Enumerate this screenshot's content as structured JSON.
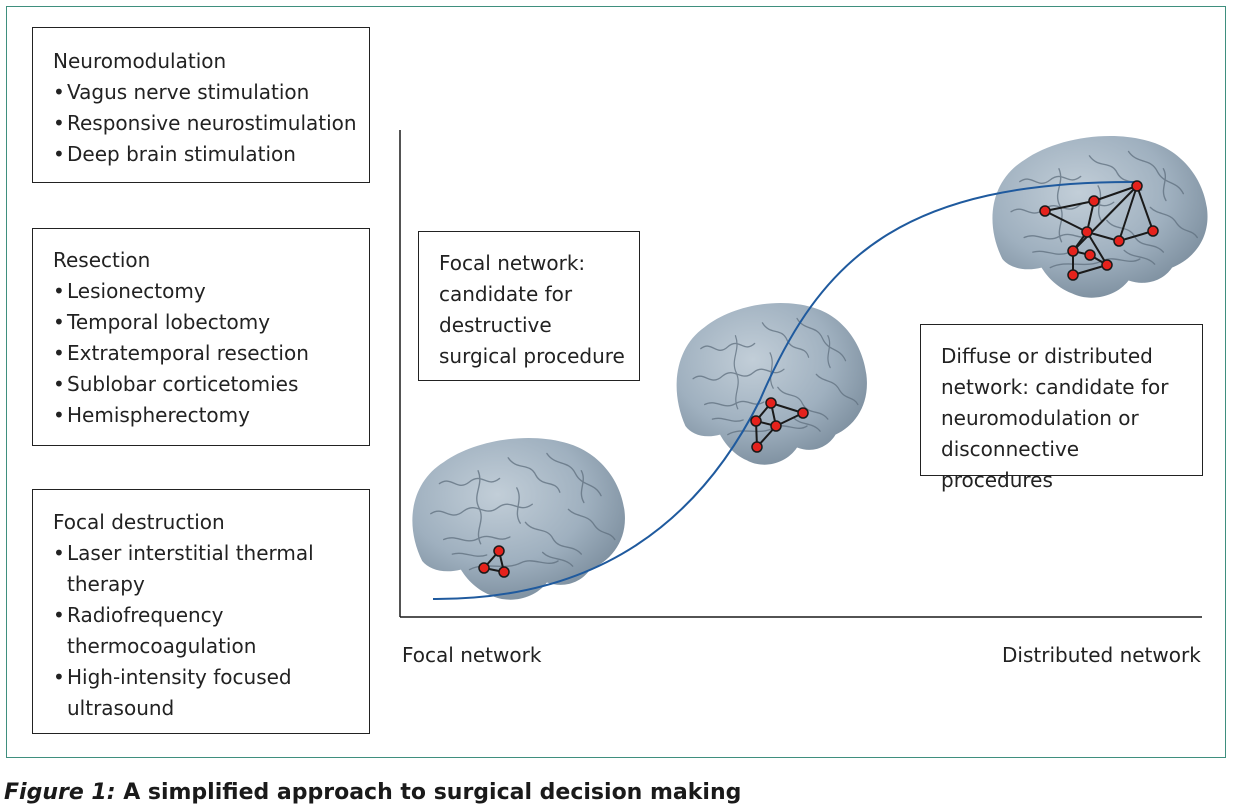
{
  "boxes": {
    "neuromodulation": {
      "title": "Neuromodulation",
      "items": [
        "Vagus nerve stimulation",
        "Responsive neurostimulation",
        "Deep brain stimulation"
      ]
    },
    "resection": {
      "title": "Resection",
      "items": [
        "Lesionectomy",
        "Temporal lobectomy",
        "Extratemporal resection",
        "Sublobar corticetomies",
        "Hemispherectomy"
      ]
    },
    "focal_destruction": {
      "title": "Focal destruction",
      "items": [
        "Laser interstitial thermal therapy",
        "Radiofrequency thermocoagulation",
        "High-intensity focused ultrasound"
      ]
    }
  },
  "callouts": {
    "focal_network": "Focal network: candidate for destructive surgical procedure",
    "diffuse_network": "Diffuse or distributed network: candidate for neuromodulation or disconnective procedures"
  },
  "axis": {
    "left_label": "Focal network",
    "right_label": "Distributed network"
  },
  "caption": {
    "figure_label": "Figure 1:",
    "text": "A simplified approach to surgical decision making"
  },
  "colors": {
    "frame": "#3f8f7e",
    "curve": "#1f5a9e",
    "brain": "#9fb0bf",
    "brain_gyri": "#5f6f7e",
    "node": "#e5221c",
    "edge": "#1a1a1a"
  },
  "icons": [
    "brain-small-icon",
    "brain-medium-icon",
    "brain-large-icon"
  ]
}
